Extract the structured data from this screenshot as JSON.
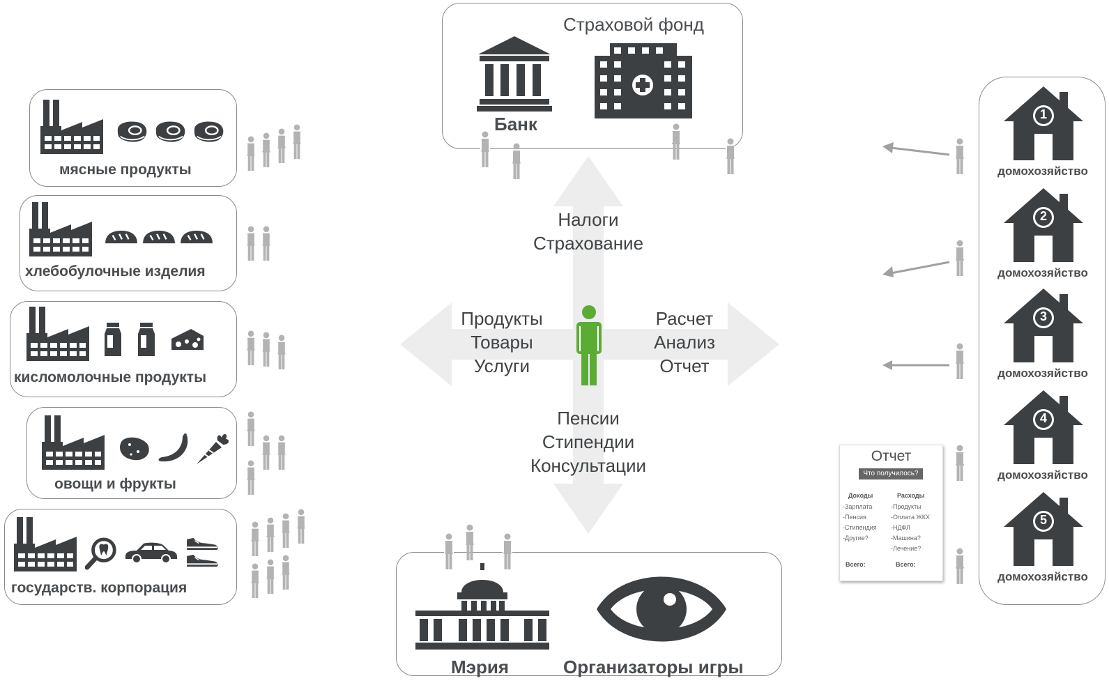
{
  "top_box": {
    "bank_label": "Банк",
    "insurance_label": "Страховой фонд"
  },
  "bottom_box": {
    "city_hall_label": "Мэрия",
    "organizers_label": "Организаторы игры"
  },
  "industries": [
    {
      "label": "мясные продукты",
      "icon": "meat-icon"
    },
    {
      "label": "хлебобулочные изделия",
      "icon": "bread-icon"
    },
    {
      "label": "кисломолочные продукты",
      "icon": "dairy-icon"
    },
    {
      "label": "овощи и фрукты",
      "icon": "vegetables-fruits-icon"
    },
    {
      "label": "государств. корпорация",
      "icon": "corporation-icon"
    }
  ],
  "center": {
    "up": [
      "Налоги",
      "Страхование"
    ],
    "left": [
      "Продукты",
      "Товары",
      "Услуги"
    ],
    "right": [
      "Расчет",
      "Анализ",
      "Отчет"
    ],
    "down": [
      "Пенсии",
      "Стипендии",
      "Консультации"
    ]
  },
  "households": [
    {
      "number": "1",
      "label": "домохозяйство"
    },
    {
      "number": "2",
      "label": "домохозяйство"
    },
    {
      "number": "3",
      "label": "домохозяйство"
    },
    {
      "number": "4",
      "label": "домохозяйство"
    },
    {
      "number": "5",
      "label": "домохозяйство"
    }
  ],
  "report": {
    "title": "Отчет",
    "subtitle": "Что получилось?",
    "income_header": "Доходы",
    "expense_header": "Расходы",
    "income_items": [
      "-Зарплата",
      "-Пенсия",
      "-Стипендия",
      "-Другие?"
    ],
    "expense_items": [
      "-Продукты",
      "-Оплата ЖКХ",
      "-НДФЛ",
      "-Машина?",
      "-Лечение?"
    ],
    "income_total": "Всего:",
    "expense_total": "Всего:"
  },
  "colors": {
    "icon": "#3d4043",
    "person": "#b3b3b3",
    "player": "#5aac35",
    "arrow": "#ededed",
    "border": "#8a8a8a"
  }
}
